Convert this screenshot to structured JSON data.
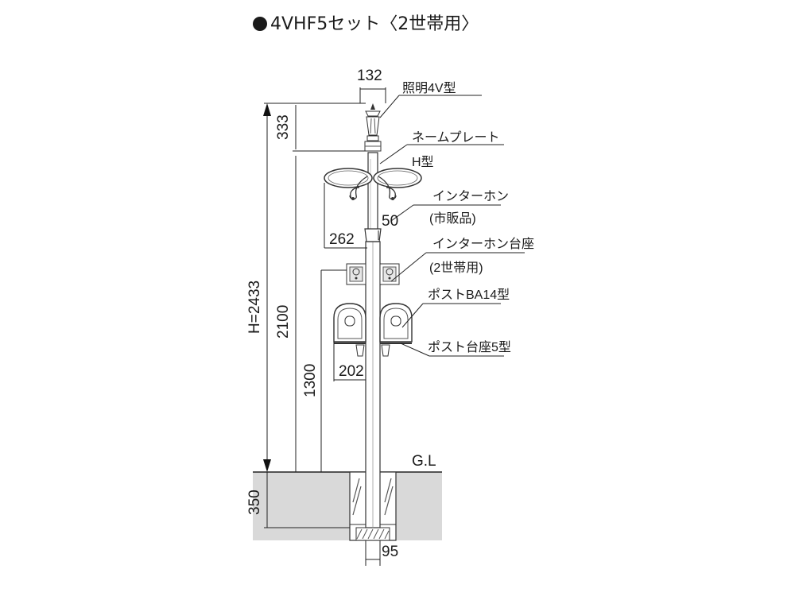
{
  "title": "4VHF5セット〈2世帯用〉",
  "dimensions": {
    "top_width": "132",
    "lamp_height": "333",
    "total_height": "H=2433",
    "plate_height": "2100",
    "intercom_height": "1300",
    "underground": "350",
    "plate_span": "262",
    "plate_offset": "50",
    "post_width": "202",
    "base_width": "95"
  },
  "ground_label": "G.L",
  "callouts": {
    "lamp": "照明4V型",
    "nameplate_1": "ネームプレート",
    "nameplate_2": "H型",
    "intercom_1": "インターホン",
    "intercom_2": "(市販品)",
    "intercom_base_1": "インターホン台座",
    "intercom_base_2": "(2世帯用)",
    "post": "ポストBA14型",
    "post_base": "ポスト台座5型"
  }
}
